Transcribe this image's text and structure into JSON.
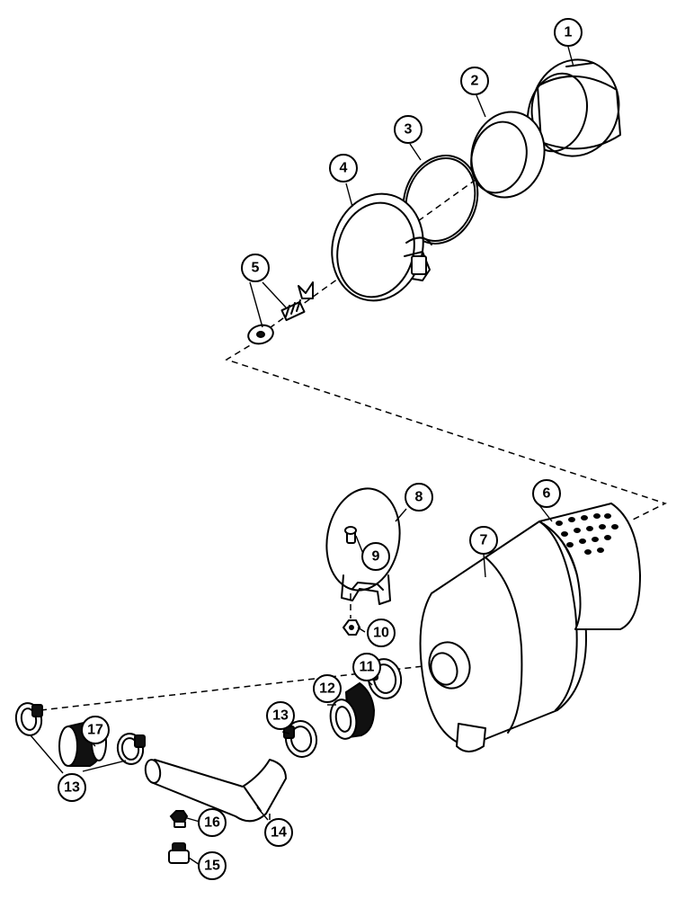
{
  "callouts": {
    "c1": "1",
    "c2": "2",
    "c3": "3",
    "c4": "4",
    "c5": "5",
    "c6": "6",
    "c7": "7",
    "c8": "8",
    "c9": "9",
    "c10": "10",
    "c11": "11",
    "c12": "12",
    "c13a": "13",
    "c13b": "13",
    "c14": "14",
    "c15": "15",
    "c16": "16",
    "c17": "17"
  }
}
